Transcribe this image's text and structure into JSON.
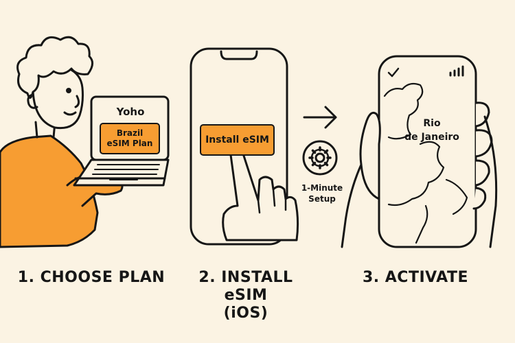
{
  "step1": {
    "label": "1. CHOOSE PLAN",
    "laptop_brand": "Yoho",
    "plan_line1": "Brazil",
    "plan_line2": "eSIM Plan"
  },
  "step2": {
    "label_line1": "2. INSTALL eSIM",
    "label_line2": "(iOS)",
    "button_label": "Install eSIM"
  },
  "setup": {
    "line1": "1-Minute",
    "line2": "Setup"
  },
  "step3": {
    "label": "3. ACTIVATE",
    "map_city_line1": "Rio",
    "map_city_line2": "de Janeiro"
  },
  "colors": {
    "background": "#fbf3e3",
    "accent_orange": "#f79d32",
    "ink": "#161616"
  },
  "icons": [
    "person-icon",
    "laptop-icon",
    "smartphone-icon",
    "pointing-hand-icon",
    "arrow-right-icon",
    "gear-icon",
    "holding-hand-icon",
    "checkmark-icon",
    "signal-bars-icon",
    "map-icon"
  ]
}
